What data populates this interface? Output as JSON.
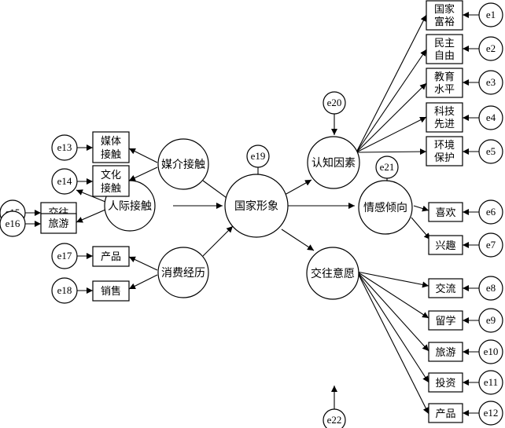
{
  "colors": {
    "stroke": "#000000",
    "fill": "#ffffff",
    "background": "#ffffff"
  },
  "nodes": {
    "guojia_xingxiang": "国家形象",
    "meijie_jiechu": "媒介接触",
    "renji_jiechu": "人际接触",
    "xiaofei_jingli": "消费经历",
    "renzhi_yinsu": "认知因素",
    "qinggan_qingxiang": "情感倾向",
    "jiaowang_yiyuan": "交往意愿"
  },
  "boxes": {
    "meiti_1": "媒体",
    "meiti_2": "接触",
    "wenhua_1": "文化",
    "wenhua_2": "接触",
    "jiaowang": "交往",
    "lvyou_in": "旅游",
    "chanpin_in": "产品",
    "xiaoshou": "销售",
    "guojia_1": "国家",
    "guojia_2": "富裕",
    "minzhu_1": "民主",
    "minzhu_2": "自由",
    "jiaoyu_1": "教育",
    "jiaoyu_2": "水平",
    "keji_1": "科技",
    "keji_2": "先进",
    "huanjing_1": "环境",
    "huanjing_2": "保护",
    "xihuan": "喜欢",
    "xingqu": "兴趣",
    "jiaoliu": "交流",
    "liuxue": "留学",
    "lvyou_out": "旅游",
    "touzi": "投资",
    "chanpin_out": "产品"
  },
  "errors": {
    "e1": "e1",
    "e2": "e2",
    "e3": "e3",
    "e4": "e4",
    "e5": "e5",
    "e6": "e6",
    "e7": "e7",
    "e8": "e8",
    "e9": "e9",
    "e10": "e10",
    "e11": "e11",
    "e12": "e12",
    "e13": "e13",
    "e14": "e14",
    "e15": "e15",
    "e16": "e16",
    "e17": "e17",
    "e18": "e18",
    "e19": "e19",
    "e20": "e20",
    "e21": "e21",
    "e22": "e22"
  }
}
